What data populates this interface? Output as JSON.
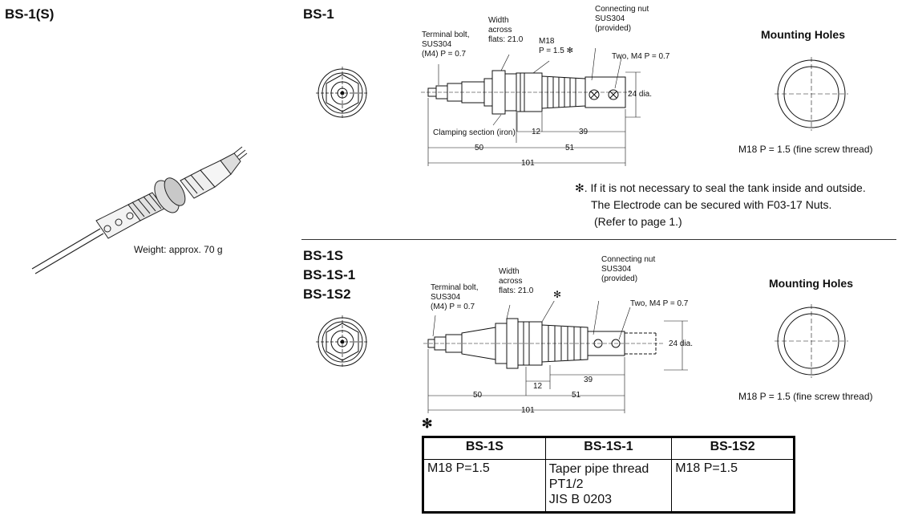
{
  "left": {
    "title": "BS-1(S)",
    "weight": "Weight: approx. 70 g"
  },
  "bs1": {
    "title": "BS-1",
    "terminal_bolt": [
      "Terminal bolt,",
      "SUS304",
      "(M4) P = 0.7"
    ],
    "width_across": [
      "Width",
      "across",
      "flats: 21.0"
    ],
    "thread": [
      "M18",
      "P = 1.5 ✻"
    ],
    "connecting_nut": [
      "Connecting nut",
      "SUS304",
      "(provided)"
    ],
    "two_m4": "Two, M4 P = 0.7",
    "dia": "24 dia.",
    "clamping": "Clamping section (iron)",
    "dim_12": "12",
    "dim_39": "39",
    "dim_50": "50",
    "dim_51": "51",
    "dim_101": "101"
  },
  "note": {
    "line1": "✻. If it is not necessary to seal the tank inside and outside.",
    "line2": "The Electrode can be secured with F03-17 Nuts.",
    "line3": "(Refer to page 1.)"
  },
  "mounting": {
    "title": "Mounting Holes",
    "thread": "M18 P = 1.5 (fine screw thread)"
  },
  "bs1s": {
    "titles": [
      "BS-1S",
      "BS-1S-1",
      "BS-1S2"
    ],
    "terminal_bolt": [
      "Terminal bolt,",
      "SUS304",
      "(M4) P = 0.7"
    ],
    "width_across": [
      "Width",
      "across",
      "flats: 21.0"
    ],
    "star": "✻",
    "connecting_nut": [
      "Connecting nut",
      "SUS304",
      "(provided)"
    ],
    "two_m4": "Two, M4 P = 0.7",
    "dia": "24 dia.",
    "dim_12": "12",
    "dim_39": "39",
    "dim_50": "50",
    "dim_51": "51",
    "dim_101": "101"
  },
  "table": {
    "star": "✻",
    "headers": [
      "BS-1S",
      "BS-1S-1",
      "BS-1S2"
    ],
    "cells": [
      "M18 P=1.5",
      "Taper pipe thread\nPT1/2\nJIS B 0203",
      "M18 P=1.5"
    ]
  }
}
